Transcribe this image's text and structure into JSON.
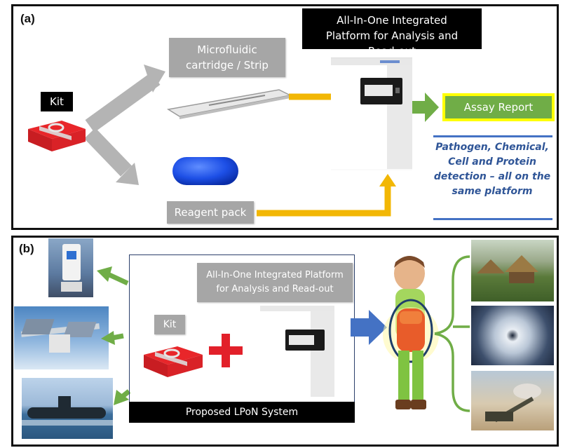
{
  "panel_a": {
    "tag": "(a)",
    "kit_label": "Kit",
    "cartridge_label": "Microfluidic cartridge / Strip",
    "reagent_label": "Reagent pack",
    "platform_label": "All-In-One Integrated Platform for Analysis and Read-out",
    "report_label": "Assay Report",
    "detection_text": "Pathogen, Chemical, Cell and Protein detection – all on the same platform"
  },
  "panel_b": {
    "tag": "(b)",
    "platform_label": "All-In-One Integrated Platform for Analysis and Read-out",
    "kit_label": "Kit",
    "system_label": "Proposed LPoN System"
  },
  "colors": {
    "report_fill": "#70ad47",
    "report_border": "#ffff00",
    "detection_text": "#2f5597",
    "arrow_yellow": "#f2b705",
    "arrow_green": "#70ad47",
    "arrow_blue": "#4472c4",
    "arrow_gray": "#b4b4b4",
    "plus_red": "#e2202a"
  }
}
